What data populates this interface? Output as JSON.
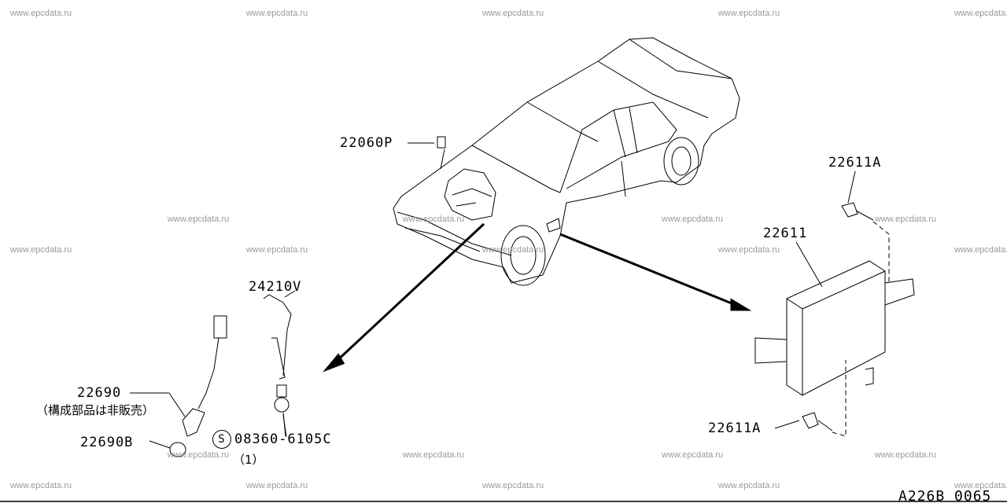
{
  "watermark": "www.epcdata.ru",
  "labels": {
    "p22060P": "22060P",
    "p24210V": "24210V",
    "p22690": "22690",
    "p22690_note": "（構成部品は非販売）",
    "p22690B": "22690B",
    "s_symbol": "S",
    "p08360": "08360-6105C",
    "p08360_qty": "（1）",
    "p22611A_top": "22611A",
    "p22611": "22611",
    "p22611A_bottom": "22611A"
  },
  "diagram_code": "A226B 0065"
}
